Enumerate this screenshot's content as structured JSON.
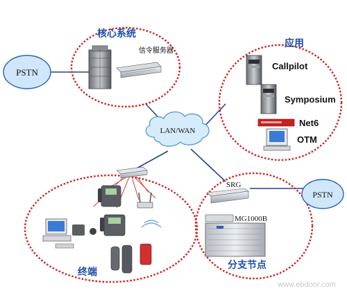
{
  "labels": {
    "pstn_left": "PSTN",
    "core_title": "核心系统",
    "signaling_server": "信令服务器",
    "apps_title": "应用",
    "callpilot": "Callpilot",
    "symposium": "Symposium",
    "net6": "Net6",
    "otm": "OTM",
    "lanwan": "LAN/WAN",
    "srg": "SRG",
    "mg1000b": "MG1000B",
    "pstn_right": "PSTN",
    "branch_title": "分支节点",
    "terminal_title": "终端",
    "watermark": "www.ebdoor.com"
  },
  "colors": {
    "cluster_border": "#d21e1e",
    "pstn_fill": "#cfe6fb",
    "pstn_border": "#2a63b8",
    "cloud_fill": "#d6ecfb",
    "cloud_border": "#4f8fcf",
    "link": "#2c3f8f",
    "title_blue": "#1f4fa8",
    "net6_red": "#cc1f1f"
  },
  "icons": [
    "tower-server-icon",
    "rack-server-icon",
    "switch-icon",
    "wireless-ap-icon",
    "ip-phone-icon",
    "pc-icon",
    "handset-icon",
    "gateway-icon",
    "cabinet-icon"
  ]
}
